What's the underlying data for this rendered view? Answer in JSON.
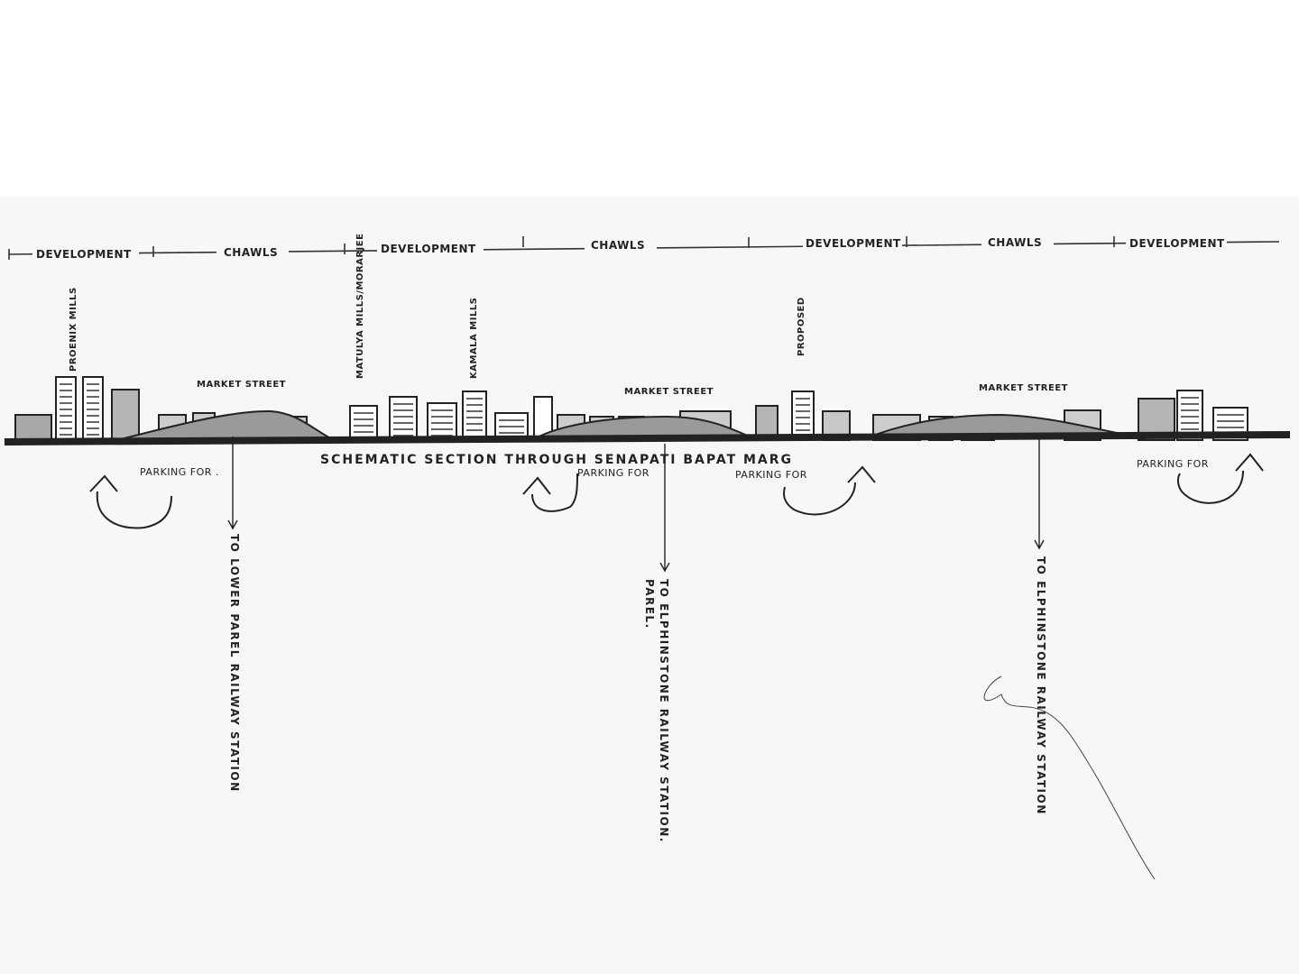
{
  "zones": [
    "DEVELOPMENT",
    "CHAWLS",
    "DEVELOPMENT",
    "CHAWLS",
    "DEVELOPMENT",
    "CHAWLS",
    "DEVELOPMENT"
  ],
  "building_labels": {
    "phoenix": "PROENIX MILLS",
    "matulya": "MATULYA MILLS/MORARJEE",
    "kamala": "KAMALA MILLS",
    "proposed": "PROPOSED"
  },
  "market_streets": [
    "MARKET STREET",
    "MARKET STREET",
    "MARKET STREET"
  ],
  "title": "SCHEMATIC SECTION THROUGH SENAPATI BAPAT MARG",
  "parking": [
    "PARKING FOR .",
    "PARKING FOR",
    "PARKING FOR",
    "PARKING FOR"
  ],
  "destinations": {
    "lower_parel": "TO LOWER PAREL RAILWAY STATION",
    "elphinstone_parel_1": "TO ELPHINSTONE RAILWAY STATION.",
    "elphinstone_parel_2": "PAREL.",
    "elphinstone": "TO ELPHINSTONE RAILWAY STATION"
  }
}
